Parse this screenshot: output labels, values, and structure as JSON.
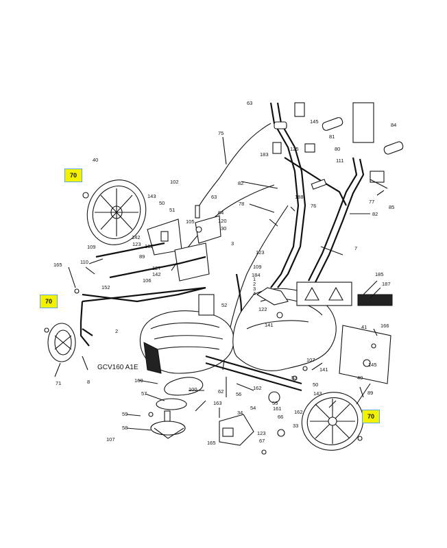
{
  "diagram": {
    "model_label": "GCV160 A1E",
    "highlight_color": "#f3f100",
    "highlight_border": "#5aa6e6",
    "highlight_callouts": [
      "70",
      "70",
      "70"
    ],
    "part_numbers": [
      "63",
      "145",
      "81",
      "84",
      "75",
      "80",
      "125",
      "111",
      "183",
      "40",
      "102",
      "82",
      "188",
      "77",
      "85",
      "143",
      "50",
      "63",
      "64",
      "51",
      "30",
      "120",
      "105",
      "78",
      "76",
      "82",
      "3",
      "7",
      "142",
      "162",
      "109",
      "123",
      "89",
      "110",
      "165",
      "127",
      "142",
      "106",
      "152",
      "184",
      "185",
      "187",
      "123",
      "109",
      "1",
      "2",
      "3",
      "4",
      "52",
      "122",
      "141",
      "166",
      "41",
      "70",
      "2",
      "145",
      "107",
      "141",
      "53",
      "71",
      "8",
      "160",
      "62",
      "40",
      "89",
      "57",
      "100",
      "162",
      "50",
      "56",
      "143",
      "59",
      "163",
      "34",
      "54",
      "161",
      "162",
      "58",
      "66",
      "123",
      "33",
      "107",
      "165",
      "67",
      "55"
    ]
  }
}
